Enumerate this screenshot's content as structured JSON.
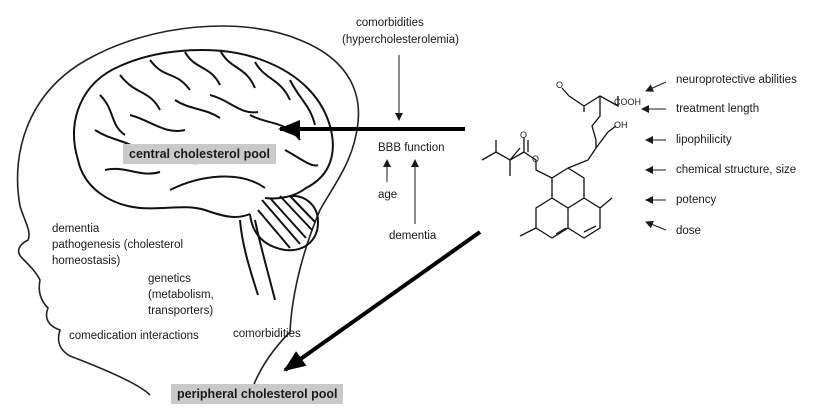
{
  "pools": {
    "central": "central cholesterol pool",
    "peripheral": "peripheral cholesterol pool"
  },
  "top_factor": {
    "line1": "comorbidities",
    "line2": "(hypercholesterolemia)"
  },
  "bbb": {
    "function": "BBB function",
    "age": "age",
    "dementia": "dementia"
  },
  "head_factors": {
    "dementia_line1": "dementia",
    "dementia_line2": "pathogenesis (cholesterol",
    "dementia_line3": "homeostasis)",
    "genetics_line1": "genetics",
    "genetics_line2": "(metabolism,",
    "genetics_line3": "transporters)",
    "comedication": "comedication interactions",
    "comorbidities": "comorbidities"
  },
  "drug_properties": [
    "neuroprotective abilities",
    "treatment length",
    "lipophilicity",
    "chemical structure, size",
    "potency",
    "dose"
  ],
  "molecule_labels": {
    "carbonyl_o": "O",
    "ester_o": "O",
    "hydroxyl_top": "O",
    "cooh": "COOH",
    "oh": "OH"
  }
}
